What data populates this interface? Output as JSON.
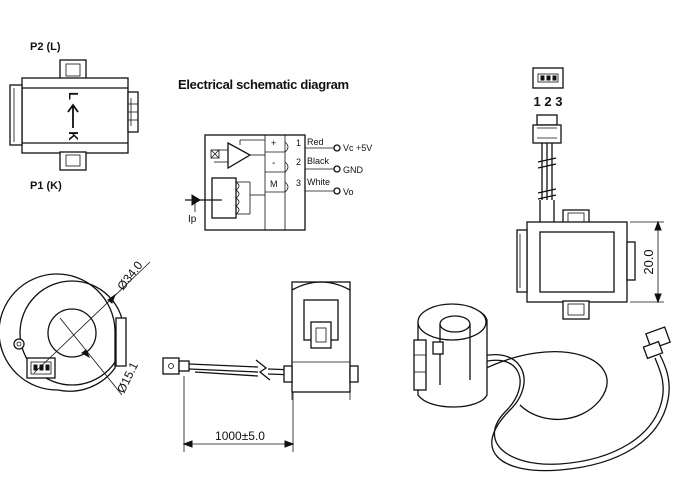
{
  "labels": {
    "p2": "P2 (L)",
    "p1": "P1 (K)",
    "arrow_top": "L",
    "arrow_bottom": "K",
    "schematic_title": "Electrical schematic diagram",
    "connector_pins": "1 2 3",
    "height_dim": "20.0",
    "outer_diameter": "Ø34.0",
    "inner_diameter": "Ø15.1",
    "cable_length": "1000±5.0",
    "current_label": "Ip"
  },
  "schematic": {
    "plus": "+",
    "minus": "-",
    "m": "M",
    "pins": [
      {
        "num": "1",
        "color": "Red",
        "signal": "Vc  +5V"
      },
      {
        "num": "2",
        "color": "Black",
        "signal": "GND"
      },
      {
        "num": "3",
        "color": "White",
        "signal": "Vo"
      }
    ]
  }
}
